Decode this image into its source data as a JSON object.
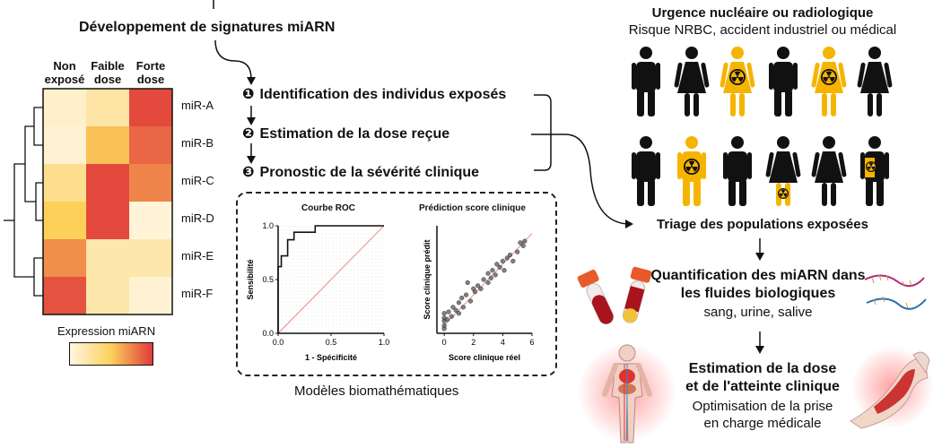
{
  "signatures": {
    "title": "Développement de signatures miARN",
    "heatmap": {
      "columns": [
        "Non\nexposé",
        "Faible\ndose",
        "Forte\ndose"
      ],
      "rows": [
        "miR-A",
        "miR-B",
        "miR-C",
        "miR-D",
        "miR-E",
        "miR-F"
      ],
      "values": [
        [
          0.08,
          0.22,
          0.95
        ],
        [
          0.05,
          0.55,
          0.85
        ],
        [
          0.3,
          0.95,
          0.75
        ],
        [
          0.5,
          0.95,
          0.03
        ],
        [
          0.72,
          0.2,
          0.2
        ],
        [
          0.92,
          0.2,
          0.05
        ]
      ],
      "legend_label": "Expression miARN",
      "scale_colors": [
        "#fff6e0",
        "#fdd05a",
        "#e03a3a"
      ]
    }
  },
  "steps": {
    "items": [
      {
        "num": "❶",
        "label": "Identification des individus exposés"
      },
      {
        "num": "❷",
        "label": "Estimation de la dose reçue"
      },
      {
        "num": "❸",
        "label": "Pronostic de la sévérité clinique"
      }
    ]
  },
  "models": {
    "caption": "Modèles biomathématiques",
    "roc_title": "Courbe ROC",
    "scatter_title": "Prédiction score clinique"
  },
  "chart_data": [
    {
      "type": "line",
      "title": "Courbe ROC",
      "xlabel": "1 - Spécificité",
      "ylabel": "Sensibilité",
      "xlim": [
        0,
        1
      ],
      "ylim": [
        0,
        1
      ],
      "xticks": [
        "0.0",
        "0.5",
        "1.0"
      ],
      "yticks": [
        "0.0",
        "0.5",
        "1.0"
      ],
      "x": [
        0,
        0,
        0.03,
        0.03,
        0.09,
        0.09,
        0.15,
        0.15,
        0.35,
        0.35,
        1.0
      ],
      "y": [
        0,
        0.62,
        0.62,
        0.72,
        0.72,
        0.87,
        0.87,
        0.94,
        0.94,
        1.0,
        1.0
      ],
      "reference_line": {
        "x": [
          0,
          1
        ],
        "y": [
          0,
          1
        ],
        "color": "#e88"
      }
    },
    {
      "type": "scatter",
      "title": "Prédiction score clinique",
      "xlabel": "Score clinique réel",
      "ylabel": "Score clinique prédit",
      "xlim": [
        -0.5,
        6
      ],
      "ylim": [
        -0.5,
        6.5
      ],
      "xticks": [
        "0",
        "2",
        "4",
        "6"
      ],
      "yticks": [],
      "x": [
        0,
        0,
        0,
        0,
        0,
        0.2,
        0.3,
        0.5,
        0.6,
        0.8,
        1.0,
        1.0,
        1.2,
        1.3,
        1.5,
        1.6,
        1.8,
        2.0,
        2.1,
        2.3,
        2.5,
        2.7,
        3.0,
        3.0,
        3.2,
        3.3,
        3.5,
        3.6,
        3.8,
        4.0,
        4.1,
        4.3,
        4.5,
        4.7,
        5.0,
        5.2,
        5.4,
        5.5
      ],
      "y": [
        -0.2,
        0.0,
        0.3,
        0.5,
        0.8,
        0.4,
        0.9,
        0.6,
        1.2,
        1.0,
        1.5,
        0.8,
        1.8,
        1.2,
        2.0,
        2.8,
        1.6,
        2.4,
        2.2,
        2.6,
        2.4,
        3.0,
        2.8,
        3.4,
        3.1,
        3.6,
        3.3,
        4.0,
        3.8,
        4.2,
        3.6,
        4.4,
        4.6,
        4.2,
        4.8,
        5.4,
        5.2,
        5.5
      ],
      "reference_line": {
        "x": [
          0,
          6
        ],
        "y": [
          0,
          6
        ],
        "color": "#e88"
      }
    }
  ],
  "emergency": {
    "title": "Urgence nucléaire ou radiologique",
    "subtitle": "Risque NRBC, accident industriel ou médical",
    "people_row1": [
      "man",
      "woman",
      "woman-exposed",
      "man",
      "woman-exposed",
      "woman"
    ],
    "people_row2": [
      "man",
      "man-exposed",
      "man",
      "woman-exposed-legs",
      "woman",
      "man-exposed-partial"
    ],
    "exposed_color": "#f5b400"
  },
  "triage": "Triage des populations exposées",
  "quantification": {
    "title": "Quantification des miARN dans\nles fluides biologiques",
    "subtitle": "sang, urine, salive"
  },
  "estimation": {
    "title": "Estimation de la dose\net de l'atteinte clinique",
    "subtitle": "Optimisation de la prise\nen charge médicale"
  },
  "icons": [
    "blood-tube-icon",
    "urine-tube-icon",
    "mirna-strand-icon",
    "body-anatomy-icon",
    "arm-muscle-icon",
    "radiation-symbol-icon"
  ]
}
